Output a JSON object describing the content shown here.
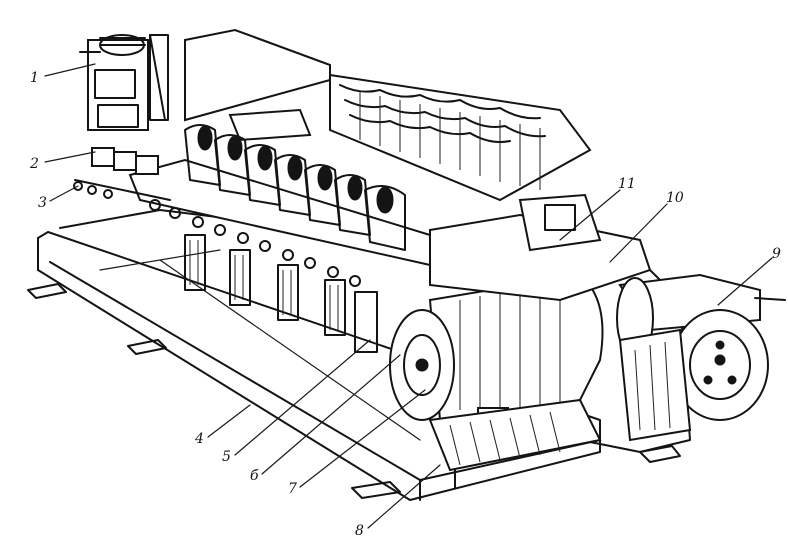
{
  "labels": [
    {
      "id": "1",
      "text": "1"
    },
    {
      "id": "2",
      "text": "2"
    },
    {
      "id": "3",
      "text": "3"
    },
    {
      "id": "4",
      "text": "4"
    },
    {
      "id": "5",
      "text": "5"
    },
    {
      "id": "6",
      "text": "б"
    },
    {
      "id": "7",
      "text": "7"
    },
    {
      "id": "8",
      "text": "8"
    },
    {
      "id": "9",
      "text": "9"
    },
    {
      "id": "10",
      "text": "10"
    },
    {
      "id": "11",
      "text": "11"
    }
  ],
  "colors": {
    "ink": "#141414",
    "paper": "#ffffff"
  },
  "icons": [
    "relay-coil-icon",
    "terminal-block-icon",
    "contactor-row-icon",
    "arc-chute-icon",
    "motor-drum-icon",
    "brake-disc-icon"
  ]
}
